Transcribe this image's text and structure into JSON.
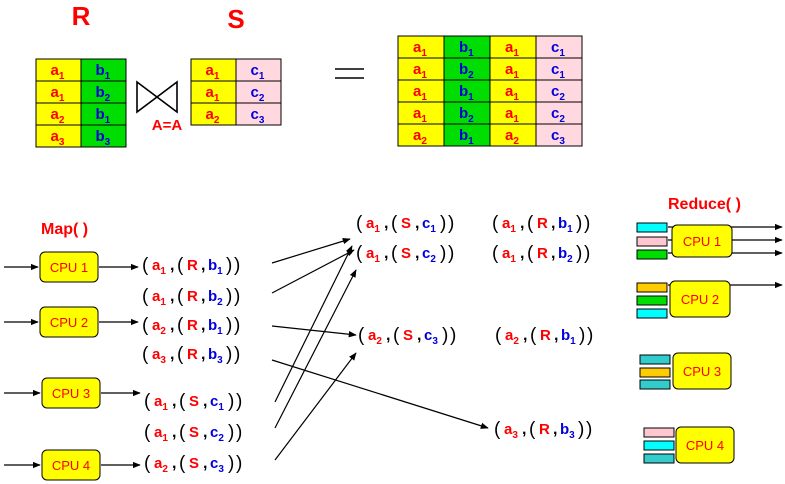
{
  "colors": {
    "a_attr": "#ffff00",
    "b_attr": "#00dd00",
    "c_attr": "#ffd8e0",
    "text_red": "#ff0000",
    "text_blue": "#0000dd",
    "cpu_fill": "#ffff00",
    "stripe_cyan": "#00ffff",
    "stripe_pink": "#ffc8d0",
    "stripe_green": "#00dd00",
    "stripe_yellow": "#ffcc00",
    "stripe_teal": "#33cccc"
  },
  "relations": {
    "R": {
      "name": "R",
      "columns": [
        "a",
        "b"
      ],
      "rows": [
        [
          {
            "base": "a",
            "sub": "1"
          },
          {
            "base": "b",
            "sub": "1"
          }
        ],
        [
          {
            "base": "a",
            "sub": "1"
          },
          {
            "base": "b",
            "sub": "2"
          }
        ],
        [
          {
            "base": "a",
            "sub": "2"
          },
          {
            "base": "b",
            "sub": "1"
          }
        ],
        [
          {
            "base": "a",
            "sub": "3"
          },
          {
            "base": "b",
            "sub": "3"
          }
        ]
      ]
    },
    "S": {
      "name": "S",
      "columns": [
        "a",
        "c"
      ],
      "rows": [
        [
          {
            "base": "a",
            "sub": "1"
          },
          {
            "base": "c",
            "sub": "1"
          }
        ],
        [
          {
            "base": "a",
            "sub": "1"
          },
          {
            "base": "c",
            "sub": "2"
          }
        ],
        [
          {
            "base": "a",
            "sub": "2"
          },
          {
            "base": "c",
            "sub": "3"
          }
        ]
      ]
    },
    "result": {
      "columns": [
        "a",
        "b",
        "a",
        "c"
      ],
      "rows": [
        [
          {
            "base": "a",
            "sub": "1"
          },
          {
            "base": "b",
            "sub": "1"
          },
          {
            "base": "a",
            "sub": "1"
          },
          {
            "base": "c",
            "sub": "1"
          }
        ],
        [
          {
            "base": "a",
            "sub": "1"
          },
          {
            "base": "b",
            "sub": "2"
          },
          {
            "base": "a",
            "sub": "1"
          },
          {
            "base": "c",
            "sub": "1"
          }
        ],
        [
          {
            "base": "a",
            "sub": "1"
          },
          {
            "base": "b",
            "sub": "1"
          },
          {
            "base": "a",
            "sub": "1"
          },
          {
            "base": "c",
            "sub": "2"
          }
        ],
        [
          {
            "base": "a",
            "sub": "1"
          },
          {
            "base": "b",
            "sub": "2"
          },
          {
            "base": "a",
            "sub": "1"
          },
          {
            "base": "c",
            "sub": "2"
          }
        ],
        [
          {
            "base": "a",
            "sub": "2"
          },
          {
            "base": "b",
            "sub": "1"
          },
          {
            "base": "a",
            "sub": "2"
          },
          {
            "base": "c",
            "sub": "3"
          }
        ]
      ]
    }
  },
  "join_condition": "A=A",
  "map": {
    "label": "Map( )",
    "cpus": [
      "CPU 1",
      "CPU 2",
      "CPU 3",
      "CPU 4"
    ],
    "outputs": [
      {
        "key": {
          "base": "a",
          "sub": "1"
        },
        "rel": "R",
        "val": {
          "base": "b",
          "sub": "1"
        }
      },
      {
        "key": {
          "base": "a",
          "sub": "1"
        },
        "rel": "R",
        "val": {
          "base": "b",
          "sub": "2"
        }
      },
      {
        "key": {
          "base": "a",
          "sub": "2"
        },
        "rel": "R",
        "val": {
          "base": "b",
          "sub": "1"
        }
      },
      {
        "key": {
          "base": "a",
          "sub": "3"
        },
        "rel": "R",
        "val": {
          "base": "b",
          "sub": "3"
        }
      },
      {
        "key": {
          "base": "a",
          "sub": "1"
        },
        "rel": "S",
        "val": {
          "base": "c",
          "sub": "1"
        }
      },
      {
        "key": {
          "base": "a",
          "sub": "1"
        },
        "rel": "S",
        "val": {
          "base": "c",
          "sub": "2"
        }
      },
      {
        "key": {
          "base": "a",
          "sub": "2"
        },
        "rel": "S",
        "val": {
          "base": "c",
          "sub": "3"
        }
      }
    ]
  },
  "shuffle": {
    "groups": [
      [
        {
          "key": {
            "base": "a",
            "sub": "1"
          },
          "rel": "S",
          "val": {
            "base": "c",
            "sub": "1"
          }
        },
        {
          "key": {
            "base": "a",
            "sub": "1"
          },
          "rel": "R",
          "val": {
            "base": "b",
            "sub": "1"
          }
        }
      ],
      [
        {
          "key": {
            "base": "a",
            "sub": "1"
          },
          "rel": "S",
          "val": {
            "base": "c",
            "sub": "2"
          }
        },
        {
          "key": {
            "base": "a",
            "sub": "1"
          },
          "rel": "R",
          "val": {
            "base": "b",
            "sub": "2"
          }
        }
      ],
      [
        {
          "key": {
            "base": "a",
            "sub": "2"
          },
          "rel": "S",
          "val": {
            "base": "c",
            "sub": "3"
          }
        },
        {
          "key": {
            "base": "a",
            "sub": "2"
          },
          "rel": "R",
          "val": {
            "base": "b",
            "sub": "1"
          }
        }
      ],
      [
        {
          "key": {
            "base": "a",
            "sub": "3"
          },
          "rel": "R",
          "val": {
            "base": "b",
            "sub": "3"
          }
        }
      ]
    ]
  },
  "reduce": {
    "label": "Reduce( )",
    "cpus": [
      "CPU 1",
      "CPU 2",
      "CPU 3",
      "CPU 4"
    ]
  }
}
